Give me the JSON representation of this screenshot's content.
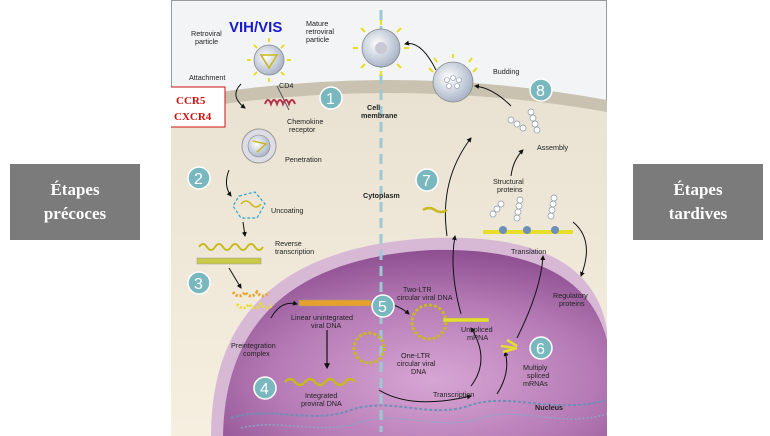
{
  "side_boxes": {
    "left": [
      "Étapes",
      "précoces"
    ],
    "right": [
      "Étapes",
      "tardives"
    ]
  },
  "header": {
    "title": "VIH/VIS"
  },
  "receptor_box": [
    "CCR5",
    "CXCR4"
  ],
  "labels": {
    "retroviral_particle": [
      "Retroviral",
      "particle"
    ],
    "mature_particle": [
      "Mature",
      "retroviral",
      "particle"
    ],
    "attachment": "Attachment",
    "cd4": "CD4",
    "chemokine_receptor": [
      "Chemokine",
      "receptor"
    ],
    "cell_membrane": [
      "Cell",
      "membrane"
    ],
    "penetration": "Penetration",
    "cytoplasm": "Cytoplasm",
    "uncoating": "Uncoating",
    "reverse_transcription": [
      "Reverse",
      "transcription"
    ],
    "two_ltr": [
      "Two-LTR",
      "circular viral DNA"
    ],
    "linear_dna": [
      "Linear unintegrated",
      "viral DNA"
    ],
    "preintegration": [
      "Preintegration",
      "complex"
    ],
    "one_ltr": [
      "One-LTR",
      "circular viral",
      "DNA"
    ],
    "integrated": [
      "Integrated",
      "proviral DNA"
    ],
    "transcription": "Transcription",
    "nucleus": "Nucleus",
    "budding": "Budding",
    "assembly": "Assembly",
    "structural_proteins": [
      "Structural",
      "proteins"
    ],
    "translation": "Translation",
    "regulatory_proteins": [
      "Regulatory",
      "proteins"
    ],
    "unspliced_mrna": [
      "Unspliced",
      "mRNA"
    ],
    "multiply_spliced": [
      "Multiply",
      "spliced",
      "mRNAs"
    ]
  },
  "steps": [
    "1",
    "2",
    "3",
    "4",
    "5",
    "6",
    "7",
    "8"
  ],
  "colors": {
    "box_gray": "#7b7b7b",
    "title_blue": "#1a1ad0",
    "receptor_red": "#d01010",
    "step_circle": "#79b8bf",
    "cytoplasm": "#f3ead8",
    "nucleus": "#b57ab5",
    "virus_yellow": "#e6de2a"
  }
}
